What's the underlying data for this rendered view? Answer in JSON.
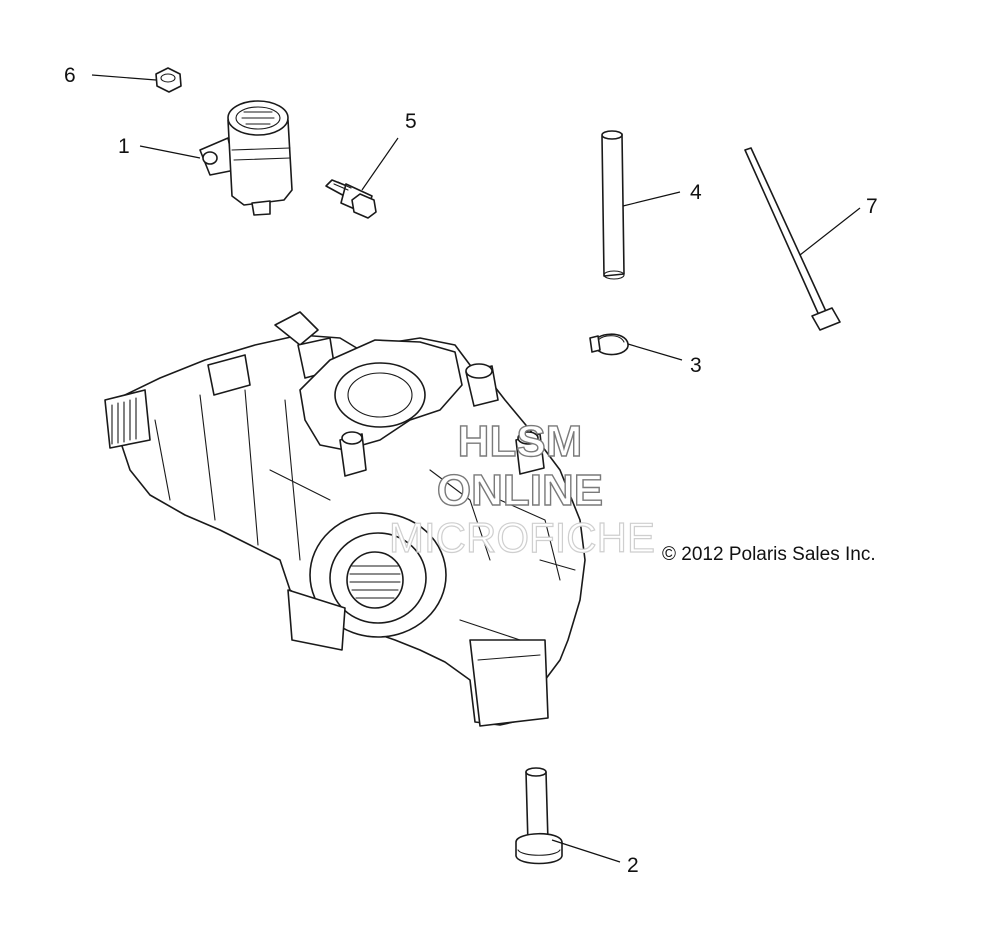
{
  "diagram": {
    "callouts": [
      "1",
      "2",
      "3",
      "4",
      "5",
      "6",
      "7"
    ],
    "copyright": "© 2012 Polaris Sales Inc.",
    "watermark": {
      "line1": "HLSM",
      "line2": "ONLINE",
      "line3": "MICROFICHE"
    }
  }
}
